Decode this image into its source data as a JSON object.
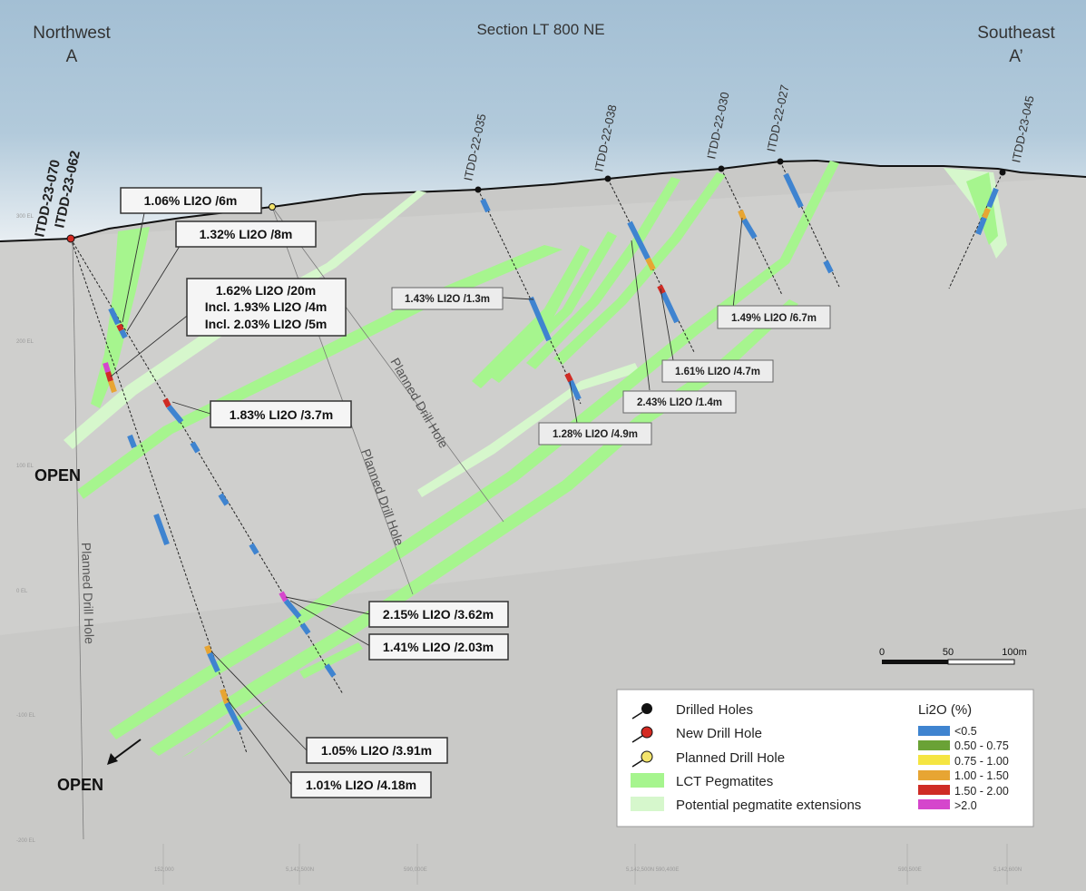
{
  "header": {
    "section_title": "Section LT 800 NE",
    "left_direction": "Northwest",
    "left_marker": "A",
    "right_direction": "Southeast",
    "right_marker": "A’"
  },
  "holes": [
    {
      "id": "ITDD-23-062",
      "type": "new"
    },
    {
      "id": "ITDD-23-070",
      "type": "new"
    },
    {
      "id": "ITDD-22-035",
      "type": "drilled"
    },
    {
      "id": "ITDD-22-038",
      "type": "drilled"
    },
    {
      "id": "ITDD-22-030",
      "type": "drilled"
    },
    {
      "id": "ITDD-22-027",
      "type": "drilled"
    },
    {
      "id": "ITDD-23-045",
      "type": "drilled"
    }
  ],
  "planned_label": "Planned Drill Hole",
  "open_label": "OPEN",
  "intercepts": {
    "i1": "1.06% LI2O /6m",
    "i2": "1.32% LI2O /8m",
    "i3a": "1.62% LI2O /20m",
    "i3b": "Incl. 1.93% LI2O /4m",
    "i3c": "Incl. 2.03% LI2O /5m",
    "i4": "1.83% LI2O /3.7m",
    "i5": "2.15% LI2O /3.62m",
    "i6": "1.41% LI2O /2.03m",
    "i7": "1.05% LI2O /3.91m",
    "i8": "1.01% LI2O /4.18m",
    "i9": "1.43% LI2O /1.3m",
    "i10": "1.28% LI2O /4.9m",
    "i11": "2.43% LI2O /1.4m",
    "i12": "1.61% LI2O /4.7m",
    "i13": "1.49% LI2O /6.7m"
  },
  "scale_bar": {
    "zero": "0",
    "mid": "50",
    "end": "100m"
  },
  "legend": {
    "symbols": [
      {
        "label": "Drilled Holes",
        "color": "#111111"
      },
      {
        "label": "New Drill Hole",
        "color": "#d42a22"
      },
      {
        "label": "Planned Drill Hole",
        "color": "#f3e46c"
      },
      {
        "label": "LCT Pegmatites",
        "color": "#a6f58e"
      },
      {
        "label": "Potential pegmatite extensions",
        "color": "#d6f7cc"
      }
    ],
    "grade_title": "Li2O (%)",
    "grades": [
      {
        "label": "<0.5",
        "color": "#3f84d0"
      },
      {
        "label": "0.50 - 0.75",
        "color": "#6aa236"
      },
      {
        "label": "0.75 - 1.00",
        "color": "#f5e542"
      },
      {
        "label": "1.00 - 1.50",
        "color": "#e7a533"
      },
      {
        "label": "1.50 - 2.00",
        "color": "#cf2c25"
      },
      {
        "label": ">2.0",
        "color": "#d546cc"
      }
    ]
  },
  "colors": {
    "sky": "#a7c2d6",
    "ground": "#c9c9c7",
    "pegmatite": "#a6f58e",
    "extension": "#d6f7cc",
    "assay_low": "#3f84d0"
  }
}
